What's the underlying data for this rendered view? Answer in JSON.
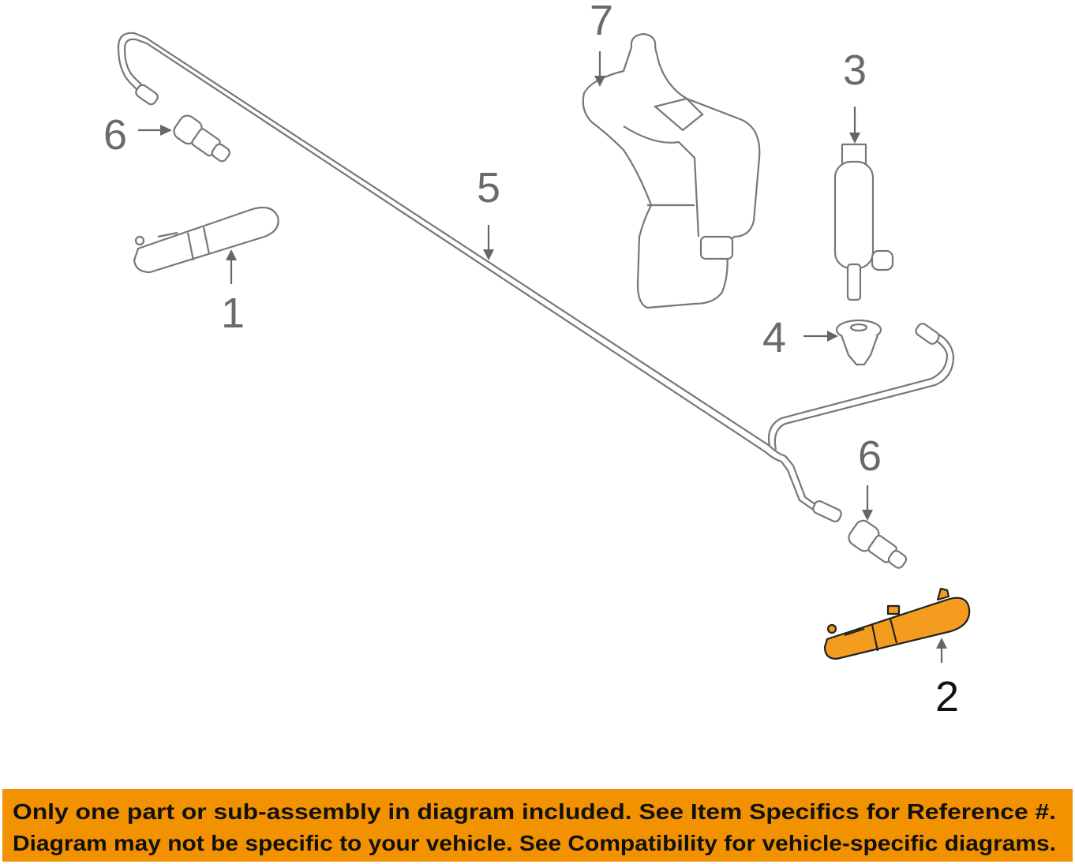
{
  "diagram": {
    "callouts": {
      "washer_nozzle_left": "1",
      "washer_nozzle_right_highlighted": "2",
      "pump": "3",
      "grommet": "4",
      "hose": "5",
      "connector_left": "6",
      "connector_right": "6",
      "reservoir": "7"
    },
    "highlight_color": "#F39C1F"
  },
  "banner": {
    "line1": "Only one part or sub-assembly in diagram included. See Item Specifics for Reference #.",
    "line2": "Diagram may not be specific to your vehicle. See Compatibility for vehicle-specific diagrams.",
    "background_color": "#F39200"
  }
}
